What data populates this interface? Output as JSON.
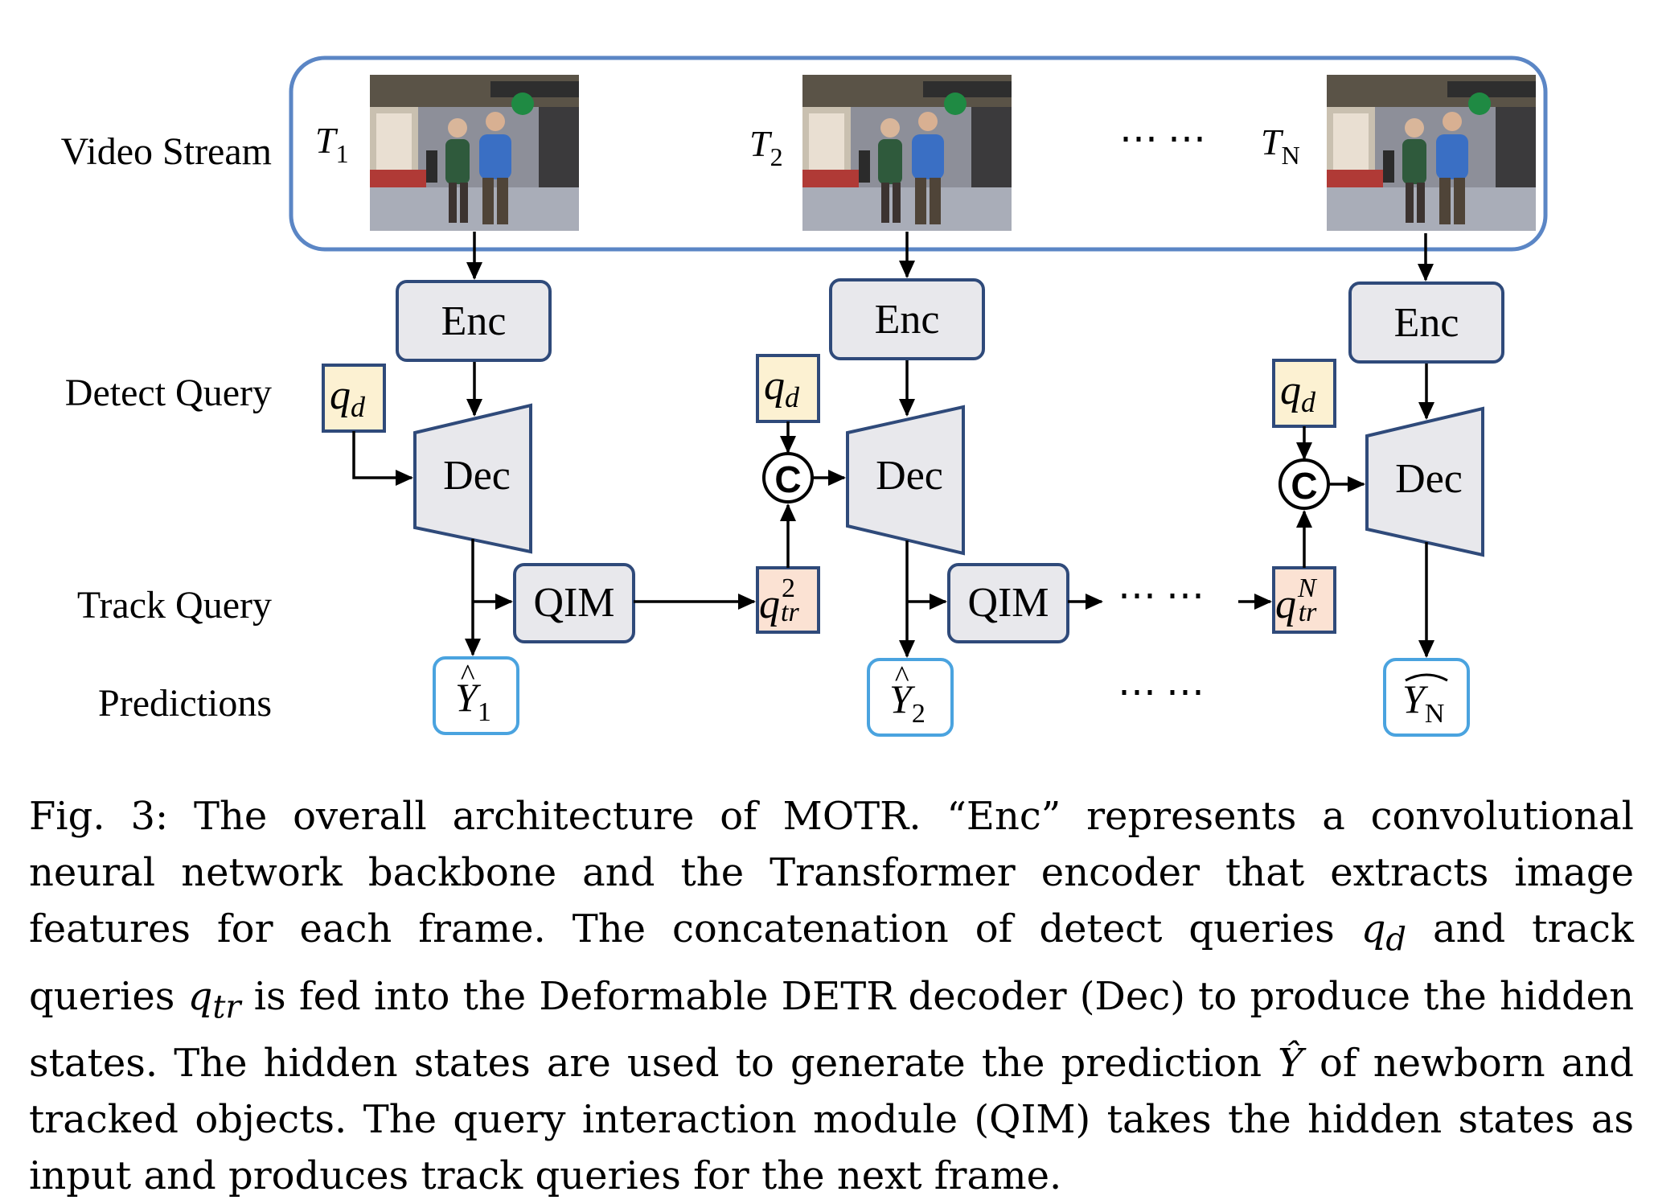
{
  "rows": {
    "video": "Video Stream",
    "detect": "Detect Query",
    "track": "Track Query",
    "pred": "Predictions"
  },
  "frames": [
    {
      "time": "T",
      "time_sub": "1",
      "enc": "Enc",
      "dec": "Dec",
      "pred": "Y",
      "pred_sub": "1"
    },
    {
      "time": "T",
      "time_sub": "2",
      "enc": "Enc",
      "dec": "Dec",
      "pred": "Y",
      "pred_sub": "2"
    },
    {
      "time": "T",
      "time_sub": "N",
      "enc": "Enc",
      "dec": "Dec",
      "pred": "Y",
      "pred_sub": "N"
    }
  ],
  "qim": "QIM",
  "concat": "C",
  "detect_query": {
    "q": "q",
    "sub": "d"
  },
  "track_queries": [
    {
      "q": "q",
      "sup": "2",
      "sub": "tr"
    },
    {
      "q": "q",
      "sup": "N",
      "sub": "tr"
    }
  ],
  "ellipsis": "⋯ ⋯",
  "colors": {
    "video_border": "#5b86c5",
    "box_fill": "#e8e8ec",
    "box_border": "#2f4a7a",
    "detect_fill": "#fcf1d2",
    "track_fill": "#fbe2d3",
    "query_border": "#2f4a7a",
    "pred_border": "#4aa3df"
  },
  "caption": {
    "p1": "Fig. 3: The overall architecture of MOTR. “Enc” represents a convolutional neural network backbone and the Transformer encoder that extracts image features for each frame. The concatenation of detect queries",
    "qd": "q",
    "qd_sub": "d",
    "p2": "and track queries",
    "qtr": "q",
    "qtr_sub": "tr",
    "p3": "is fed into the Deformable DETR decoder (Dec) to produce the hidden states. The hidden states are used to generate the prediction",
    "yhat": "Ŷ",
    "p4": "of newborn and tracked objects. The query interaction module (QIM) takes the hidden states as input and produces track queries for the next frame."
  }
}
